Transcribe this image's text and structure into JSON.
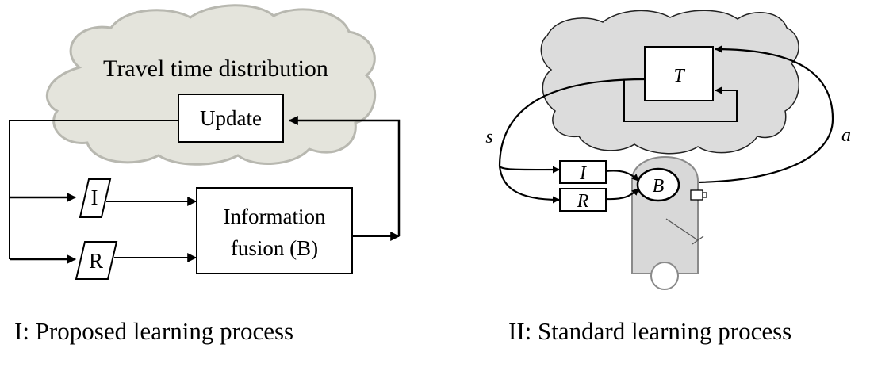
{
  "left_diagram": {
    "cloud_label": "Travel time distribution",
    "update_label": "Update",
    "input_i_label": "I",
    "input_r_label": "R",
    "fusion_line1": "Information",
    "fusion_line2": "fusion (B)",
    "caption": "I: Proposed learning process"
  },
  "right_diagram": {
    "t_label": "T",
    "s_label": "s",
    "a_label": "a",
    "i_label": "I",
    "r_label": "R",
    "b_label": "B",
    "caption": "II: Standard learning process"
  },
  "colors": {
    "cloud_fill": "#e4e4dc",
    "cloud_stroke": "#b8b8b0",
    "env_fill": "#dcdcdc",
    "robot_fill": "#d8d8d8",
    "robot_stroke": "#8a8a8a",
    "line": "#000000"
  }
}
